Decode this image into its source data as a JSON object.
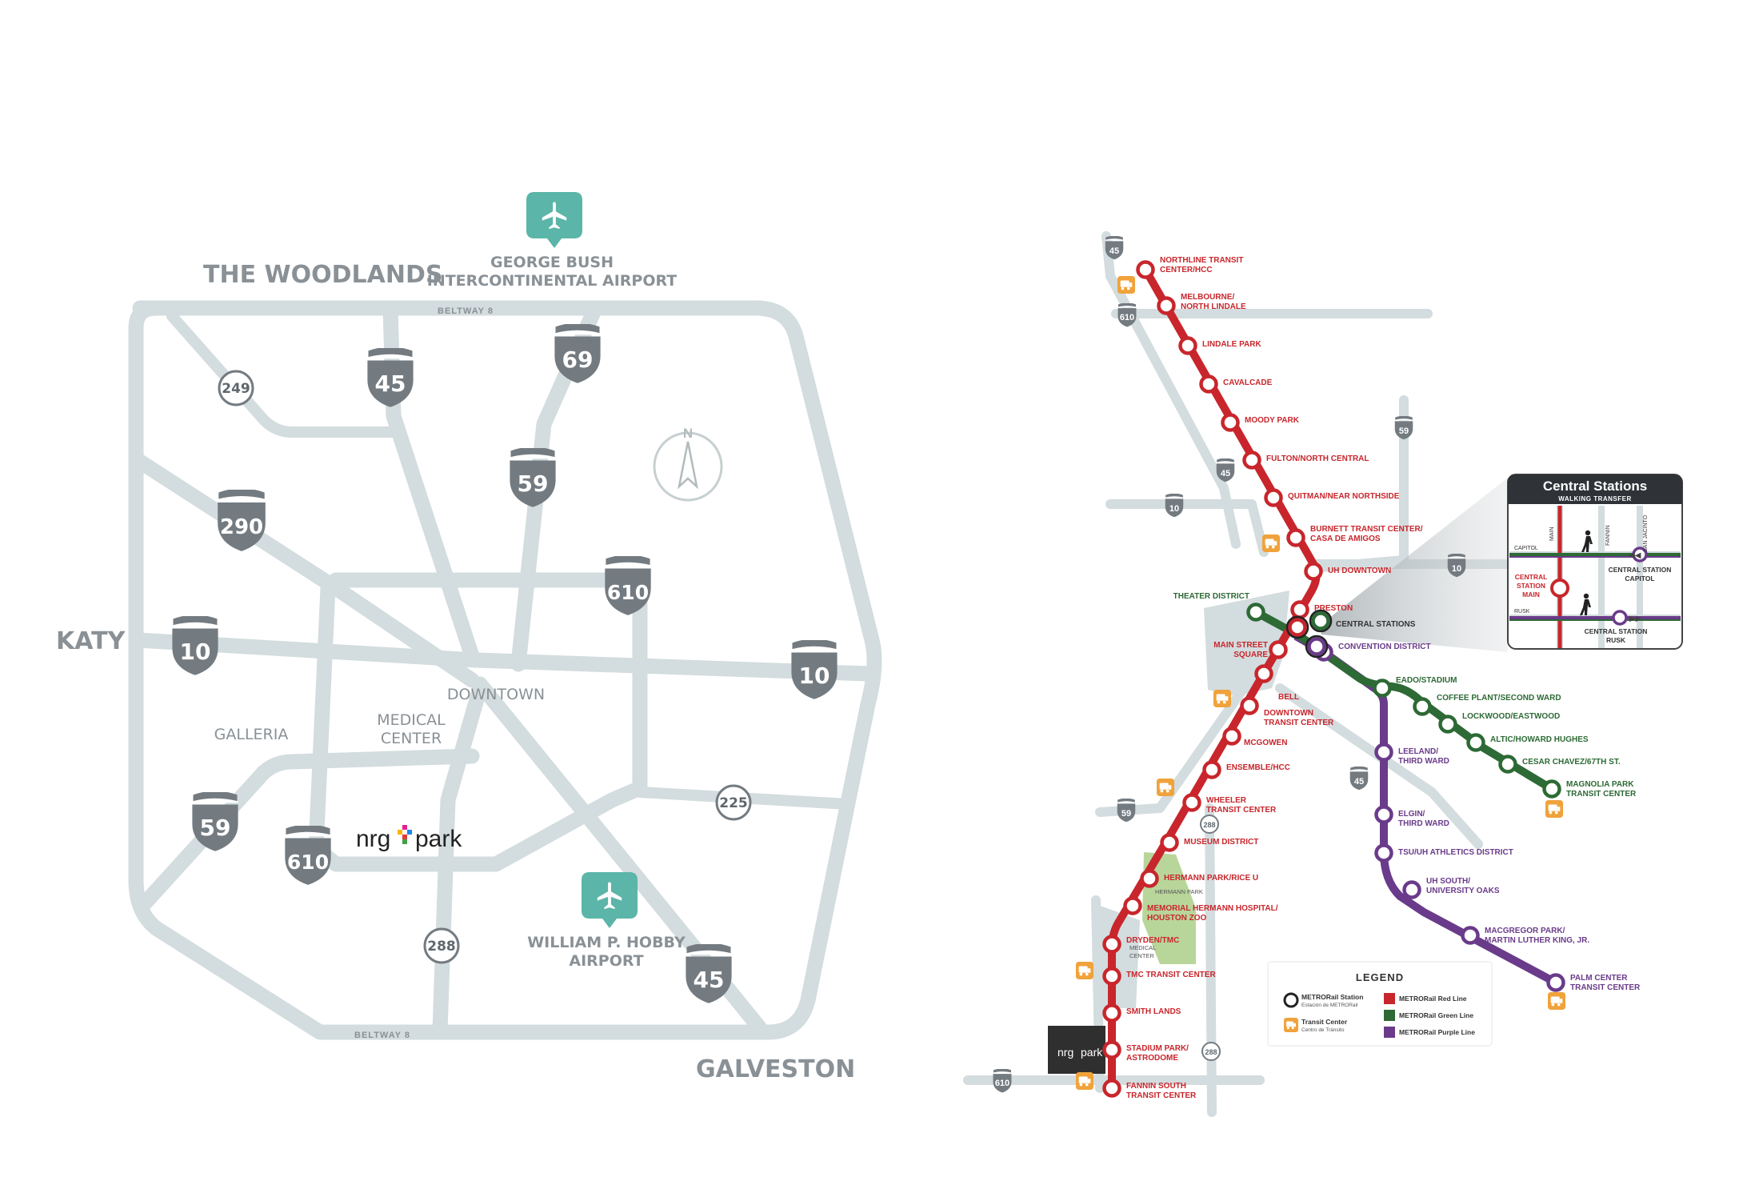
{
  "highway_map": {
    "cities": {
      "north": "THE WOODLANDS",
      "west": "KATY",
      "southeast": "GALVESTON"
    },
    "areas": {
      "downtown": "DOWNTOWN",
      "galleria": "GALLERIA",
      "medical_center_1": "MEDICAL",
      "medical_center_2": "CENTER"
    },
    "airports": {
      "north_line1": "GEORGE BUSH",
      "north_line2": "INTERCONTINENTAL AIRPORT",
      "south_line1": "WILLIAM P. HOBBY",
      "south_line2": "AIRPORT"
    },
    "beltway_top": "BELTWAY 8",
    "beltway_bottom": "BELTWAY 8",
    "compass": "N",
    "venue_nrg": "nrg",
    "venue_park": "park",
    "shields": {
      "i45_north": "45",
      "us69": "69",
      "us59_north": "59",
      "us290": "290",
      "i610_north": "610",
      "i10_west": "10",
      "i10_east": "10",
      "us59_south": "59",
      "i610_south": "610",
      "i45_south": "45"
    },
    "circles": {
      "sh249": "249",
      "sh225": "225",
      "sh288": "288"
    }
  },
  "rail_map": {
    "red_stations": [
      {
        "l1": "NORTHLINE TRANSIT",
        "l2": "CENTER/HCC"
      },
      {
        "l1": "MELBOURNE/",
        "l2": "NORTH LINDALE"
      },
      {
        "l1": "LINDALE PARK",
        "l2": ""
      },
      {
        "l1": "CAVALCADE",
        "l2": ""
      },
      {
        "l1": "MOODY PARK",
        "l2": ""
      },
      {
        "l1": "FULTON/NORTH CENTRAL",
        "l2": ""
      },
      {
        "l1": "QUITMAN/NEAR NORTHSIDE",
        "l2": ""
      },
      {
        "l1": "BURNETT TRANSIT CENTER/",
        "l2": "CASA DE AMIGOS"
      },
      {
        "l1": "UH DOWNTOWN",
        "l2": ""
      },
      {
        "l1": "PRESTON",
        "l2": ""
      },
      {
        "l1": "MAIN STREET",
        "l2": "SQUARE"
      },
      {
        "l1": "BELL",
        "l2": ""
      },
      {
        "l1": "DOWNTOWN",
        "l2": "TRANSIT CENTER"
      },
      {
        "l1": "MCGOWEN",
        "l2": ""
      },
      {
        "l1": "ENSEMBLE/HCC",
        "l2": ""
      },
      {
        "l1": "WHEELER",
        "l2": "TRANSIT CENTER"
      },
      {
        "l1": "MUSEUM DISTRICT",
        "l2": ""
      },
      {
        "l1": "HERMANN PARK/RICE U",
        "l2": ""
      },
      {
        "l1": "MEMORIAL HERMANN HOSPITAL/",
        "l2": "HOUSTON ZOO"
      },
      {
        "l1": "DRYDEN/TMC",
        "l2": ""
      },
      {
        "l1": "TMC TRANSIT CENTER",
        "l2": ""
      },
      {
        "l1": "SMITH LANDS",
        "l2": ""
      },
      {
        "l1": "STADIUM PARK/",
        "l2": "ASTRODOME"
      },
      {
        "l1": "FANNIN SOUTH",
        "l2": "TRANSIT CENTER"
      }
    ],
    "green_stations": [
      {
        "l1": "THEATER DISTRICT",
        "l2": ""
      },
      {
        "l1": "EADO/STADIUM",
        "l2": ""
      },
      {
        "l1": "COFFEE PLANT/SECOND WARD",
        "l2": ""
      },
      {
        "l1": "LOCKWOOD/EASTWOOD",
        "l2": ""
      },
      {
        "l1": "ALTIC/HOWARD HUGHES",
        "l2": ""
      },
      {
        "l1": "CESAR CHAVEZ/67TH ST.",
        "l2": ""
      },
      {
        "l1": "MAGNOLIA PARK",
        "l2": "TRANSIT CENTER"
      }
    ],
    "purple_stations": [
      {
        "l1": "CONVENTION DISTRICT",
        "l2": ""
      },
      {
        "l1": "LEELAND/",
        "l2": "THIRD WARD"
      },
      {
        "l1": "ELGIN/",
        "l2": "THIRD WARD"
      },
      {
        "l1": "TSU/UH ATHLETICS DISTRICT",
        "l2": ""
      },
      {
        "l1": "UH SOUTH/",
        "l2": "UNIVERSITY OAKS"
      },
      {
        "l1": "MACGREGOR PARK/",
        "l2": "MARTIN LUTHER KING, JR."
      },
      {
        "l1": "PALM CENTER",
        "l2": "TRANSIT CENTER"
      }
    ],
    "central_stations_label": "CENTRAL STATIONS",
    "hermann_park": "HERMANN PARK",
    "medical_center_1": "MEDICAL",
    "medical_center_2": "CENTER",
    "venue": "nrg",
    "venue_park": "park",
    "shields": {
      "i45_top": "45",
      "i610_top": "610",
      "us59_right": "59",
      "i45_mid": "45",
      "i10_left": "10",
      "i10_right": "10",
      "i45_south": "45",
      "us59_left": "59",
      "i610_bottom": "610"
    },
    "circles": {
      "sh288_top": "288",
      "sh288_bottom": "288"
    },
    "inset": {
      "title": "Central Stations",
      "subtitle": "WALKING TRANSFER",
      "street_main": "MAIN",
      "street_fannin": "FANNIN",
      "street_sanjacinto": "SAN JACINTO",
      "street_capitol": "CAPITOL",
      "street_rusk": "RUSK",
      "central_main_1": "CENTRAL",
      "central_main_2": "STATION",
      "central_main_3": "MAIN",
      "capitol_1": "CENTRAL STATION",
      "capitol_2": "CAPITOL",
      "rusk_1": "CENTRAL STATION",
      "rusk_2": "RUSK"
    },
    "legend": {
      "title": "LEGEND",
      "station": "METRORail Station",
      "station_es": "Estación de METRORail",
      "transit": "Transit Center",
      "transit_es": "Centro de Tránsito",
      "red": "METRORail Red Line",
      "green": "METRORail Green Line",
      "purple": "METRORail Purple Line"
    },
    "colors": {
      "red": "#c8262c",
      "green": "#2d6a35",
      "purple": "#6a3b8a",
      "transit": "#f0a23b",
      "shield": "#737b81",
      "road": "#d3dcde",
      "airport": "#5bb5a8"
    }
  }
}
